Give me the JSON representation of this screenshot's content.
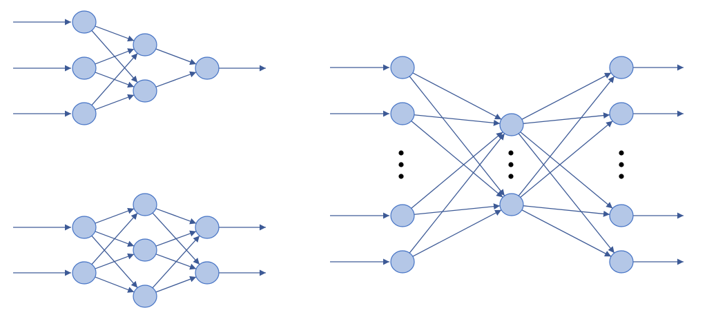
{
  "diagrams": [
    {
      "id": "net-3-2-1",
      "layers": [
        3,
        2,
        1
      ],
      "inputs": true,
      "outputs": true
    },
    {
      "id": "net-2-3-2",
      "layers": [
        2,
        3,
        2
      ],
      "inputs": true,
      "outputs": true
    },
    {
      "id": "net-autoencoder",
      "layers": [
        4,
        2,
        4
      ],
      "inputs": true,
      "outputs": true,
      "ellipsis_between_layers": true
    }
  ],
  "colors": {
    "node_fill": "#b4c7e7",
    "node_stroke": "#4472c4",
    "edge": "#3d5a96",
    "ellipsis_dot": "#000000"
  }
}
